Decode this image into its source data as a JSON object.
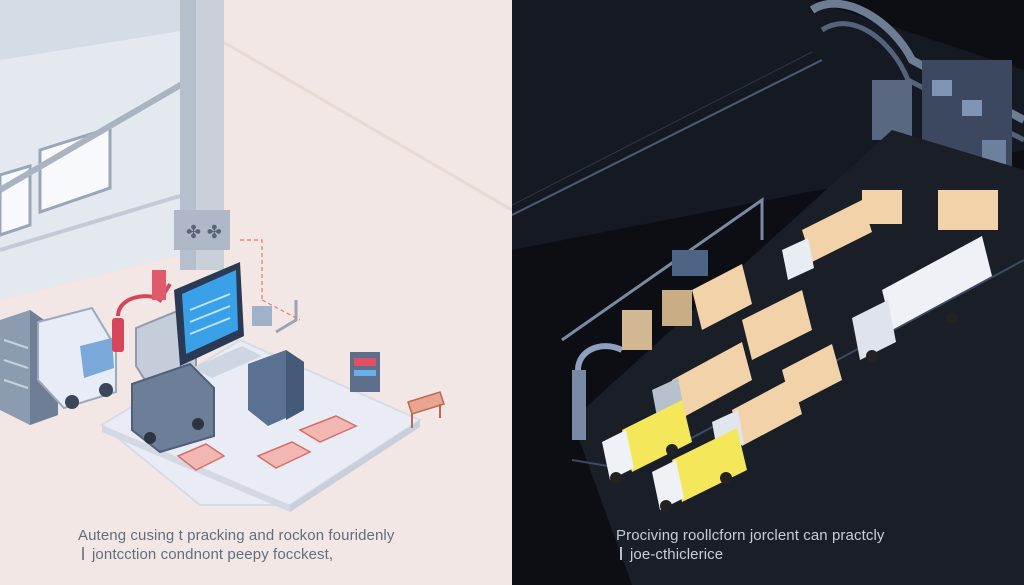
{
  "left_panel": {
    "caption_line1": "Auteng cusing t pracking and rockon fouridenly",
    "caption_line2": "jontcction condnont peepy focckest,",
    "colors": {
      "background": "#f2e7e4",
      "platform": "#e9ecf4",
      "screen": "#3aa0e8"
    }
  },
  "right_panel": {
    "caption_line1": "Prociving roollcforn jorclent can practcly",
    "caption_line2": "joe-cthiclerice",
    "colors": {
      "background": "#0c0e13",
      "cargo": "#f2d2a8",
      "yellow_truck": "#f4e85a"
    }
  }
}
